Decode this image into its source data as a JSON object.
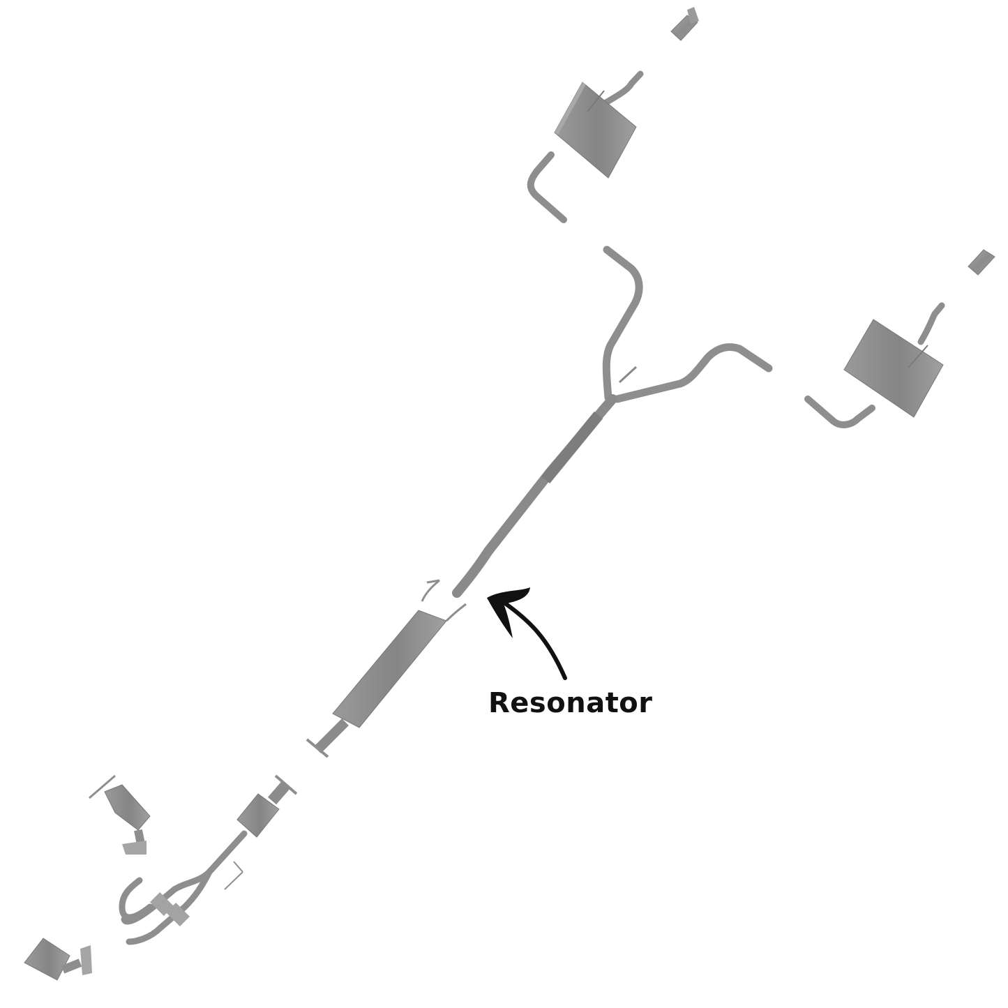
{
  "diagram": {
    "type": "exploded-view",
    "subject": "exhaust system",
    "background": "#ffffff",
    "part_color": "#8e8e8e",
    "part_highlight": "#b4b4b4",
    "part_shadow": "#6f6f6f",
    "callouts": [
      {
        "label": "Resonator",
        "target": "resonator",
        "arrow": "curved-arrow",
        "color": "#111111"
      }
    ],
    "components": [
      {
        "id": "exhaust-tip-upper",
        "name": "Exhaust tip (left)"
      },
      {
        "id": "muffler-upper",
        "name": "Muffler (left)"
      },
      {
        "id": "exhaust-tip-right",
        "name": "Exhaust tip (right)"
      },
      {
        "id": "muffler-right",
        "name": "Muffler (right)"
      },
      {
        "id": "y-pipe-rear",
        "name": "Intermediate Y-pipe"
      },
      {
        "id": "resonator",
        "name": "Resonator"
      },
      {
        "id": "front-pipe-catalytic",
        "name": "Front pipe with catalytic converter and flex joints"
      },
      {
        "id": "manifold-cat-upper",
        "name": "Manifold catalytic converter (upper)"
      },
      {
        "id": "manifold-cat-lower",
        "name": "Manifold catalytic converter (lower)"
      }
    ]
  }
}
